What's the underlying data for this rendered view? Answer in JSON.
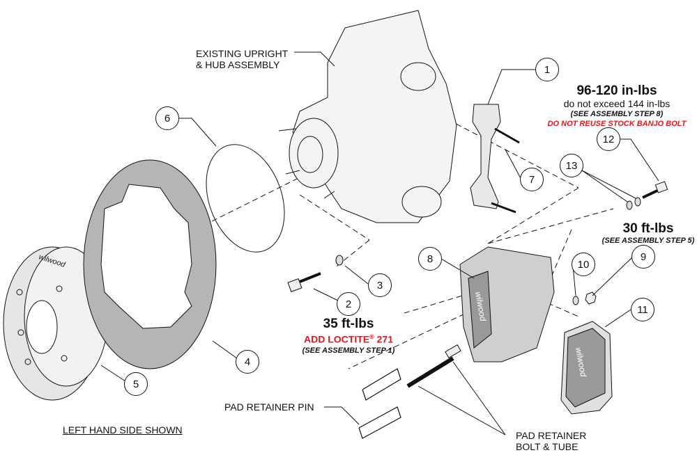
{
  "labels": {
    "upright": [
      "EXISTING UPRIGHT",
      "& HUB ASSEMBLY"
    ],
    "torque_bracket": {
      "value": "96-120 in-lbs",
      "limit": "do not exceed 144 in-lbs",
      "step": "(SEE ASSEMBLY STEP 8)",
      "warning": "DO NOT REUSE STOCK BANJO BOLT"
    },
    "torque_caliper": {
      "value": "30 ft-lbs",
      "step": "(SEE ASSEMBLY STEP 5)"
    },
    "torque_bolt": {
      "value": "35 ft-lbs",
      "loctite": "ADD LOCTITE",
      "reg": "®",
      "loctite_num": " 271",
      "step": "(SEE ASSEMBLY STEP 1)"
    },
    "pad_pin": "PAD RETAINER PIN",
    "pad_bolt": [
      "PAD RETAINER",
      "BOLT & TUBE"
    ],
    "side": "LEFT HAND SIDE SHOWN"
  },
  "callouts": [
    "1",
    "2",
    "3",
    "4",
    "5",
    "6",
    "7",
    "8",
    "9",
    "10",
    "11",
    "12",
    "13"
  ],
  "logo": "wilwood",
  "colors": {
    "line": "#111111",
    "warning": "#e8141b",
    "rotor": "#b5b5b5",
    "part": "#d9d9d9"
  }
}
